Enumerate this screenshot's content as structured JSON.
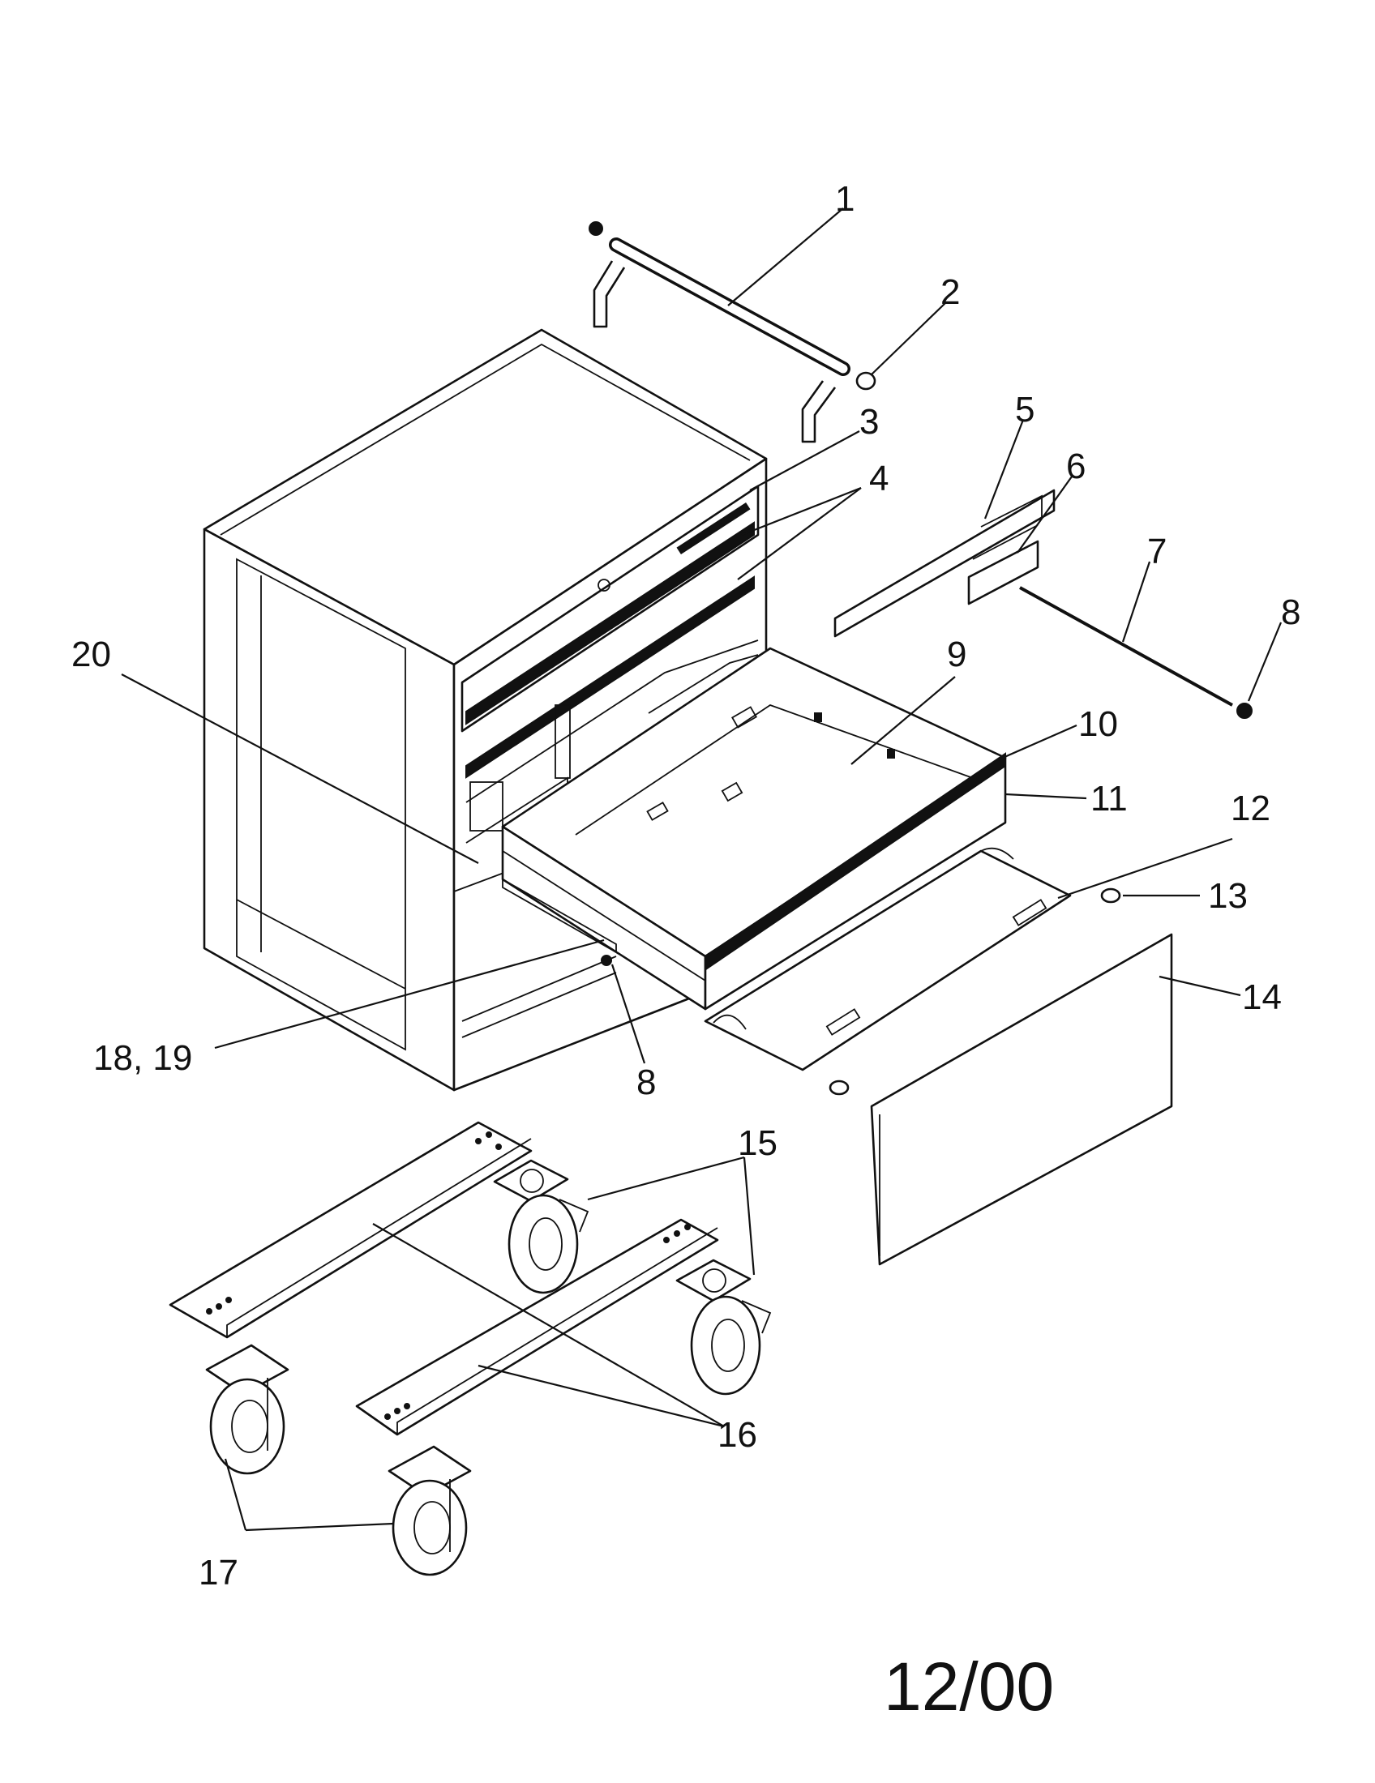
{
  "callouts": {
    "c1": "1",
    "c2": "2",
    "c3": "3",
    "c4": "4",
    "c5": "5",
    "c6": "6",
    "c7": "7",
    "c8a": "8",
    "c8b": "8",
    "c9": "9",
    "c10": "10",
    "c11": "11",
    "c12": "12",
    "c13": "13",
    "c14": "14",
    "c15": "15",
    "c16": "16",
    "c17": "17",
    "c18_19": "18, 19",
    "c20": "20"
  },
  "date_code": "12/00"
}
